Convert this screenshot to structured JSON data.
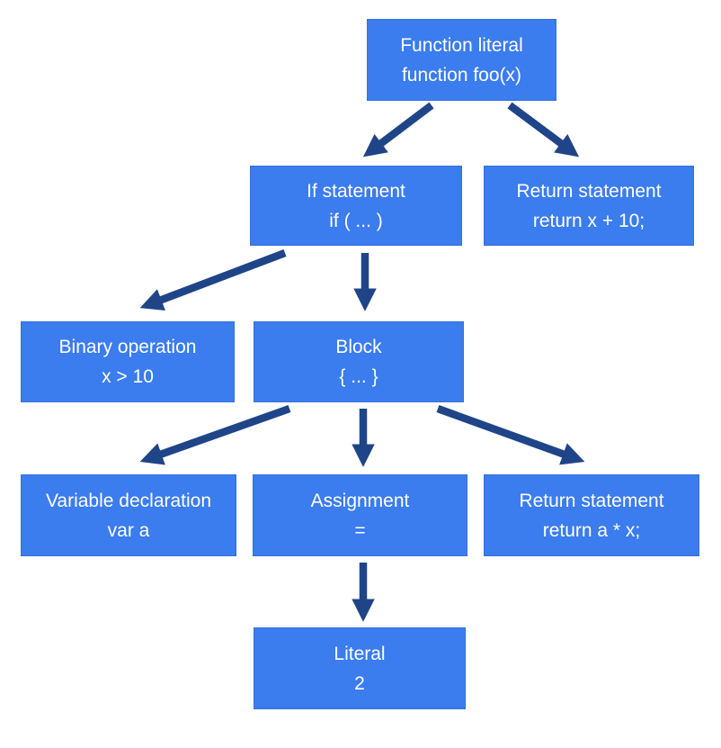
{
  "diagram": {
    "type": "tree",
    "nodes": [
      {
        "id": "function-literal",
        "label": "Function literal",
        "code": "function foo(x)"
      },
      {
        "id": "if-statement",
        "label": "If statement",
        "code": "if ( ... )"
      },
      {
        "id": "return-statement-1",
        "label": "Return statement",
        "code": "return x + 10;"
      },
      {
        "id": "binary-operation",
        "label": "Binary operation",
        "code": "x > 10"
      },
      {
        "id": "block",
        "label": "Block",
        "code": "{ ... }"
      },
      {
        "id": "variable-declaration",
        "label": "Variable declaration",
        "code": "var a"
      },
      {
        "id": "assignment",
        "label": "Assignment",
        "code": "="
      },
      {
        "id": "return-statement-2",
        "label": "Return statement",
        "code": "return a * x;"
      },
      {
        "id": "literal",
        "label": "Literal",
        "code": "2"
      }
    ],
    "edges": [
      {
        "from": "function-literal",
        "to": "if-statement"
      },
      {
        "from": "function-literal",
        "to": "return-statement-1"
      },
      {
        "from": "if-statement",
        "to": "binary-operation"
      },
      {
        "from": "if-statement",
        "to": "block"
      },
      {
        "from": "block",
        "to": "variable-declaration"
      },
      {
        "from": "block",
        "to": "assignment"
      },
      {
        "from": "block",
        "to": "return-statement-2"
      },
      {
        "from": "assignment",
        "to": "literal"
      }
    ]
  },
  "colors": {
    "node_fill": "#3b7cee",
    "node_border": "#3571da",
    "arrow": "#1f4588",
    "text": "#ffffff",
    "background": "#ffffff"
  }
}
